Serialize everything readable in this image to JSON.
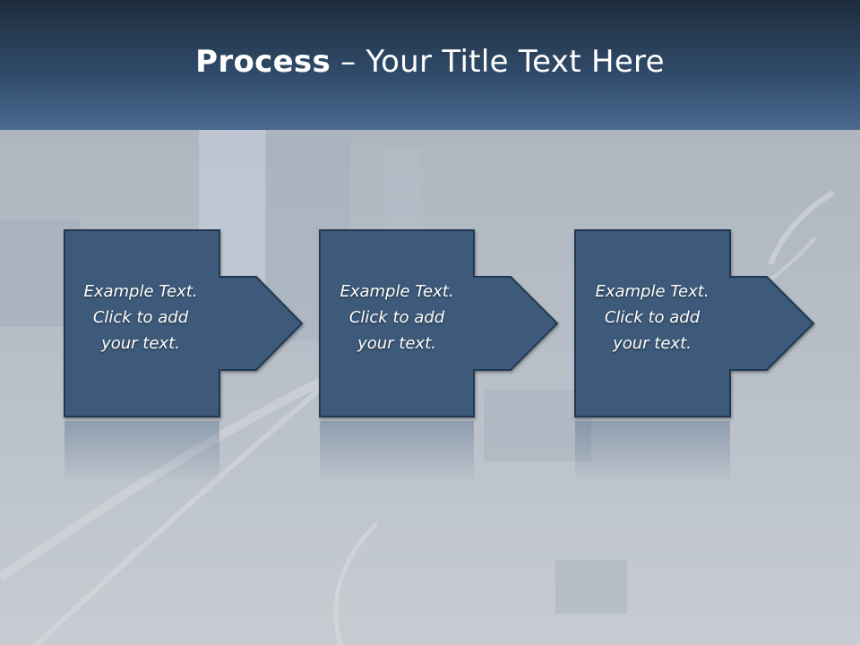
{
  "slide": {
    "title_bold": "Process",
    "title_rest": " – Your Title Text Here"
  },
  "steps": [
    {
      "lines": [
        "Example Text.",
        "Click  to add",
        "your text."
      ]
    },
    {
      "lines": [
        "Example Text.",
        "Click  to add",
        "your text."
      ]
    },
    {
      "lines": [
        "Example Text.",
        "Click  to add",
        "your text."
      ]
    }
  ],
  "colors": {
    "title_bar_dark": "#1e2c3d",
    "title_bar_light": "#4a6a8f",
    "step_box": "#3c5a7a",
    "step_border": "#22384f",
    "text": "#ffffff"
  }
}
